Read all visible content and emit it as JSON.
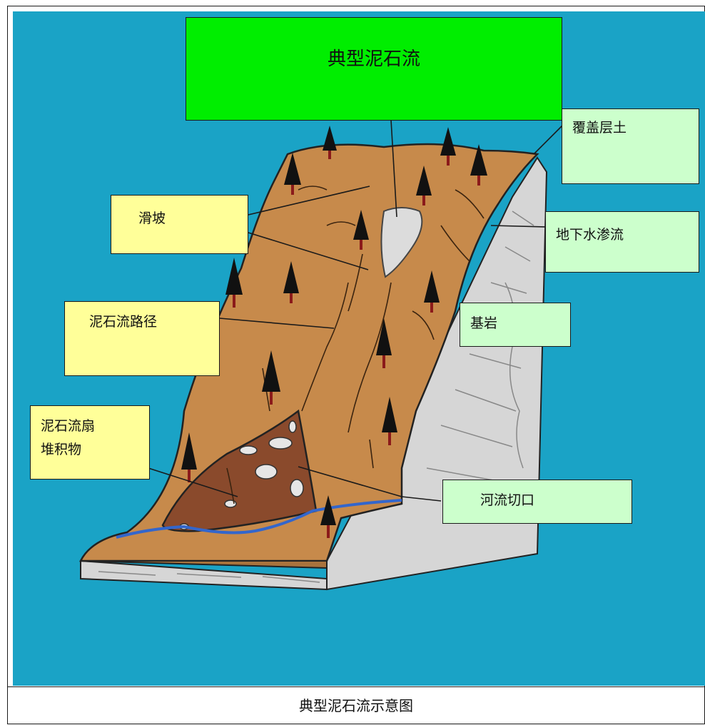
{
  "diagram": {
    "title": "典型泥石流",
    "labels": {
      "overburden": "覆盖层土",
      "landslide": "滑坡",
      "groundwater": "地下水渗流",
      "bedrock": "基岩",
      "path": "泥石流路径",
      "fan_line1": "泥石流扇",
      "fan_line2": "堆积物",
      "river_cut": "河流切口"
    },
    "colors": {
      "background": "#1aa3c6",
      "title_box": "#00ee00",
      "yellow_box": "#ffff99",
      "green_box": "#ccffcc",
      "soil": "#c78a4b",
      "debris": "#8a4a2c",
      "bedrock": "#d6d6d6",
      "river": "#3366cc"
    }
  },
  "caption": "典型泥石流示意图"
}
